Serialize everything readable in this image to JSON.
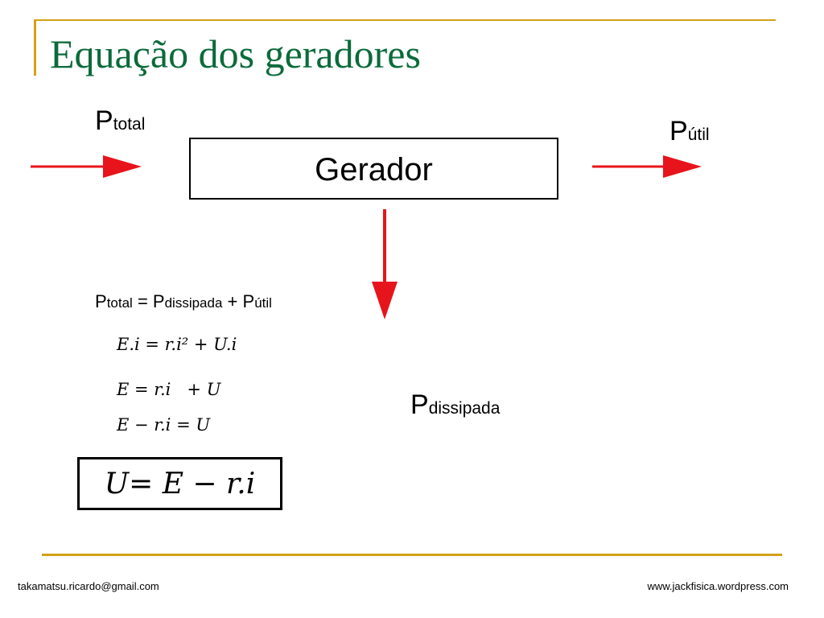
{
  "slide": {
    "title": "Equação dos geradores",
    "box_label": "Gerador",
    "labels": {
      "p_letter": "P",
      "total_sub": "total",
      "util_sub": "útil",
      "dissipada_sub": "dissipada"
    },
    "power_equation": {
      "p1": "P",
      "s1": "total",
      "eq": " = ",
      "p2": "P",
      "s2": "dissipada",
      "plus": " + ",
      "p3": "P",
      "s3": "útil"
    },
    "math_lines": [
      "E.i = r.i² + U.i",
      "E = r.i   + U",
      "E − r.i = U"
    ],
    "final_formula": "U= E − r.i",
    "arrow_color": "#e8141b"
  },
  "footer": {
    "email": "takamatsu.ricardo@gmail.com",
    "website": "www.jackfisica.wordpress.com"
  }
}
